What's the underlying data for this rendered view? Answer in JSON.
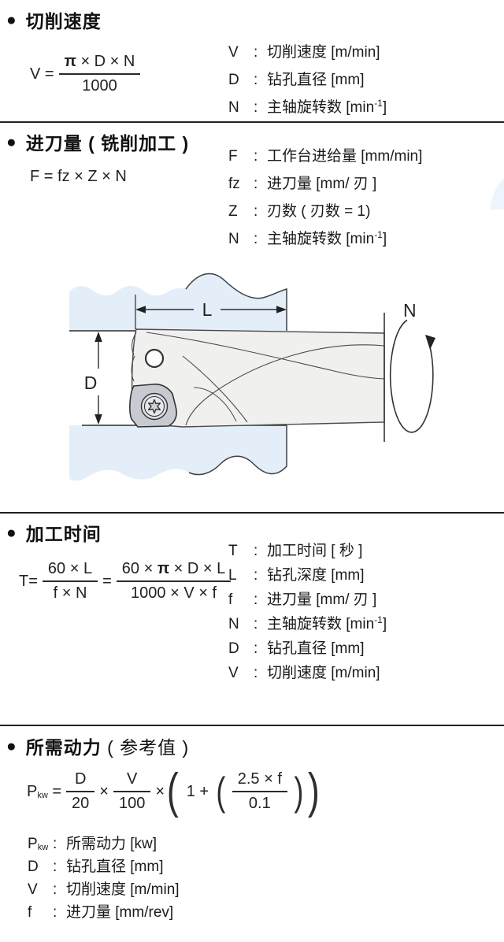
{
  "page": {
    "background": "#ffffff",
    "text_color": "#1a1a1a"
  },
  "sec1": {
    "bullet": "●",
    "title": "切削速度",
    "formula": {
      "lhs": "V =",
      "num_pi": "π",
      "num_rest": " × D × N",
      "den": "1000"
    },
    "defs": [
      {
        "sym": "V",
        "colon": ":",
        "pre": "切削速度 [m/min]",
        "sup": "",
        "post": ""
      },
      {
        "sym": "D",
        "colon": ":",
        "pre": "钻孔直径 [mm]",
        "sup": "",
        "post": ""
      },
      {
        "sym": "N",
        "colon": ":",
        "pre": "主轴旋转数 [min",
        "sup": "-1",
        "post": "]"
      }
    ]
  },
  "sec2": {
    "bullet": "●",
    "title": "进刀量 ( 铣削加工 )",
    "formula": {
      "line": "F = fz × Z × N"
    },
    "defs": [
      {
        "sym": "F",
        "colon": ":",
        "pre": "工作台进给量 [mm/min]",
        "sup": "",
        "post": ""
      },
      {
        "sym": "fz",
        "colon": ":",
        "pre": "进刀量 [mm/ 刃 ]",
        "sup": "",
        "post": ""
      },
      {
        "sym": "Z",
        "colon": ":",
        "pre": "刃数 ( 刃数 = 1)",
        "sup": "",
        "post": ""
      },
      {
        "sym": "N",
        "colon": ":",
        "pre": "主轴旋转数 [min",
        "sup": "-1",
        "post": "]"
      }
    ]
  },
  "diagram": {
    "label_length": "L",
    "label_diameter": "D",
    "label_rotation": "N",
    "workpiece_color": "#e4eef8",
    "tool_color": "#f0f0ee",
    "insert_color": "#c7cad0",
    "screw_color": "#dcdee2",
    "line_color": "#3f3f3f"
  },
  "sec3": {
    "bullet": "●",
    "title": "加工时间",
    "formula": {
      "lhs": "T=",
      "f1num": "60 × L",
      "f1den": "f × N",
      "eq": "=",
      "f2pre": "60 × ",
      "f2pi": "π",
      "f2post": " × D × L",
      "f2den": "1000 × V × f"
    },
    "defs": [
      {
        "sym": "T",
        "colon": ":",
        "pre": "加工时间 [ 秒 ]",
        "sup": "",
        "post": ""
      },
      {
        "sym": "L",
        "colon": ":",
        "pre": "钻孔深度 [mm]",
        "sup": "",
        "post": ""
      },
      {
        "sym": "f",
        "colon": ":",
        "pre": "进刀量 [mm/ 刃 ]",
        "sup": "",
        "post": ""
      },
      {
        "sym": "N",
        "colon": ":",
        "pre": "主轴旋转数 [min",
        "sup": "-1",
        "post": "]"
      },
      {
        "sym": "D",
        "colon": ":",
        "pre": "钻孔直径 [mm]",
        "sup": "",
        "post": ""
      },
      {
        "sym": "V",
        "colon": ":",
        "pre": "切削速度 [m/min]",
        "sup": "",
        "post": ""
      }
    ]
  },
  "sec4": {
    "bullet": "●",
    "title_main": "所需动力",
    "title_paren": " ( 参考值 )",
    "formula": {
      "p": "P",
      "psub": "kw",
      "eq": "=",
      "f1num": "D",
      "f1den": "20",
      "x1": "×",
      "f2num": "V",
      "f2den": "100",
      "x2": "×",
      "open_outer": "(",
      "one_plus": "1 +",
      "open_inner": "(",
      "f3num": "2.5 × f",
      "f3den": "0.1",
      "close_inner": ")",
      "close_outer": ")"
    },
    "defs": [
      {
        "sym": "P",
        "symsub": "kw",
        "colon": ":",
        "pre": "所需动力 [kw]",
        "sup": "",
        "post": ""
      },
      {
        "sym": "D",
        "symsub": "",
        "colon": ":",
        "pre": "钻孔直径 [mm]",
        "sup": "",
        "post": ""
      },
      {
        "sym": "V",
        "symsub": "",
        "colon": ":",
        "pre": "切削速度 [m/min]",
        "sup": "",
        "post": ""
      },
      {
        "sym": "f",
        "symsub": "",
        "colon": ":",
        "pre": "进刀量 [mm/rev]",
        "sup": "",
        "post": ""
      }
    ]
  }
}
